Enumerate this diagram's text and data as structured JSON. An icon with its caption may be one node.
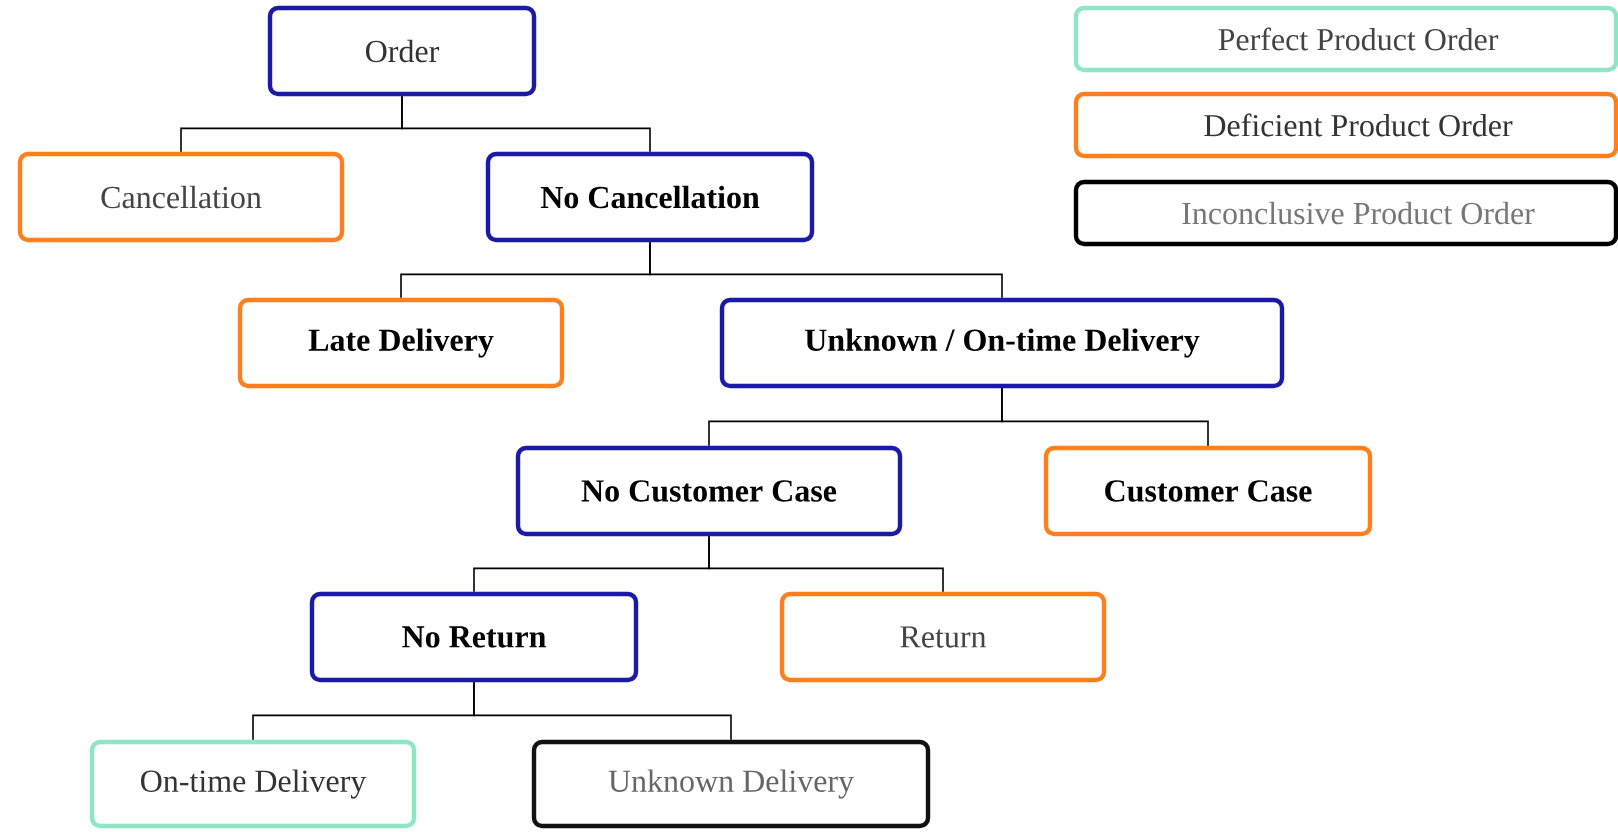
{
  "diagram": {
    "nodes": [
      {
        "text": [
          "Order"
        ]
      },
      {
        "text": [
          "Cancellation"
        ]
      },
      {
        "text": [
          "No Cancellation"
        ]
      },
      {
        "text": [
          "Late Delivery"
        ]
      },
      {
        "text": [
          "Unknown / On-time Delivery"
        ]
      },
      {
        "text": [
          "No Customer Case"
        ]
      },
      {
        "text": [
          "Customer Case"
        ]
      },
      {
        "text": [
          "No Return"
        ]
      },
      {
        "text": [
          "Return"
        ]
      },
      {
        "text": [
          "On-time Delivery"
        ]
      },
      {
        "text": [
          "Unknown Delivery"
        ]
      }
    ],
    "edges": [
      {
        "from": 0,
        "to": 1,
        "arrow": "none"
      },
      {
        "from": 0,
        "to": 2,
        "arrow": "none"
      },
      {
        "from": 2,
        "to": 3,
        "arrow": "none"
      },
      {
        "from": 2,
        "to": 4,
        "arrow": "none"
      },
      {
        "from": 4,
        "to": 5,
        "arrow": "none"
      },
      {
        "from": 4,
        "to": 6,
        "arrow": "none"
      },
      {
        "from": 5,
        "to": 7,
        "arrow": "none"
      },
      {
        "from": 5,
        "to": 8,
        "arrow": "none"
      },
      {
        "from": 7,
        "to": 9,
        "arrow": "none"
      },
      {
        "from": 7,
        "to": 10,
        "arrow": "none"
      }
    ],
    "legend": [
      {
        "text": "Perfect Product Order",
        "color": "#8ee6c4"
      },
      {
        "text": "Deficient Product Order",
        "color": "#ff7f1e"
      },
      {
        "text": "Inconclusive Product Order",
        "color": "#000000"
      }
    ]
  }
}
